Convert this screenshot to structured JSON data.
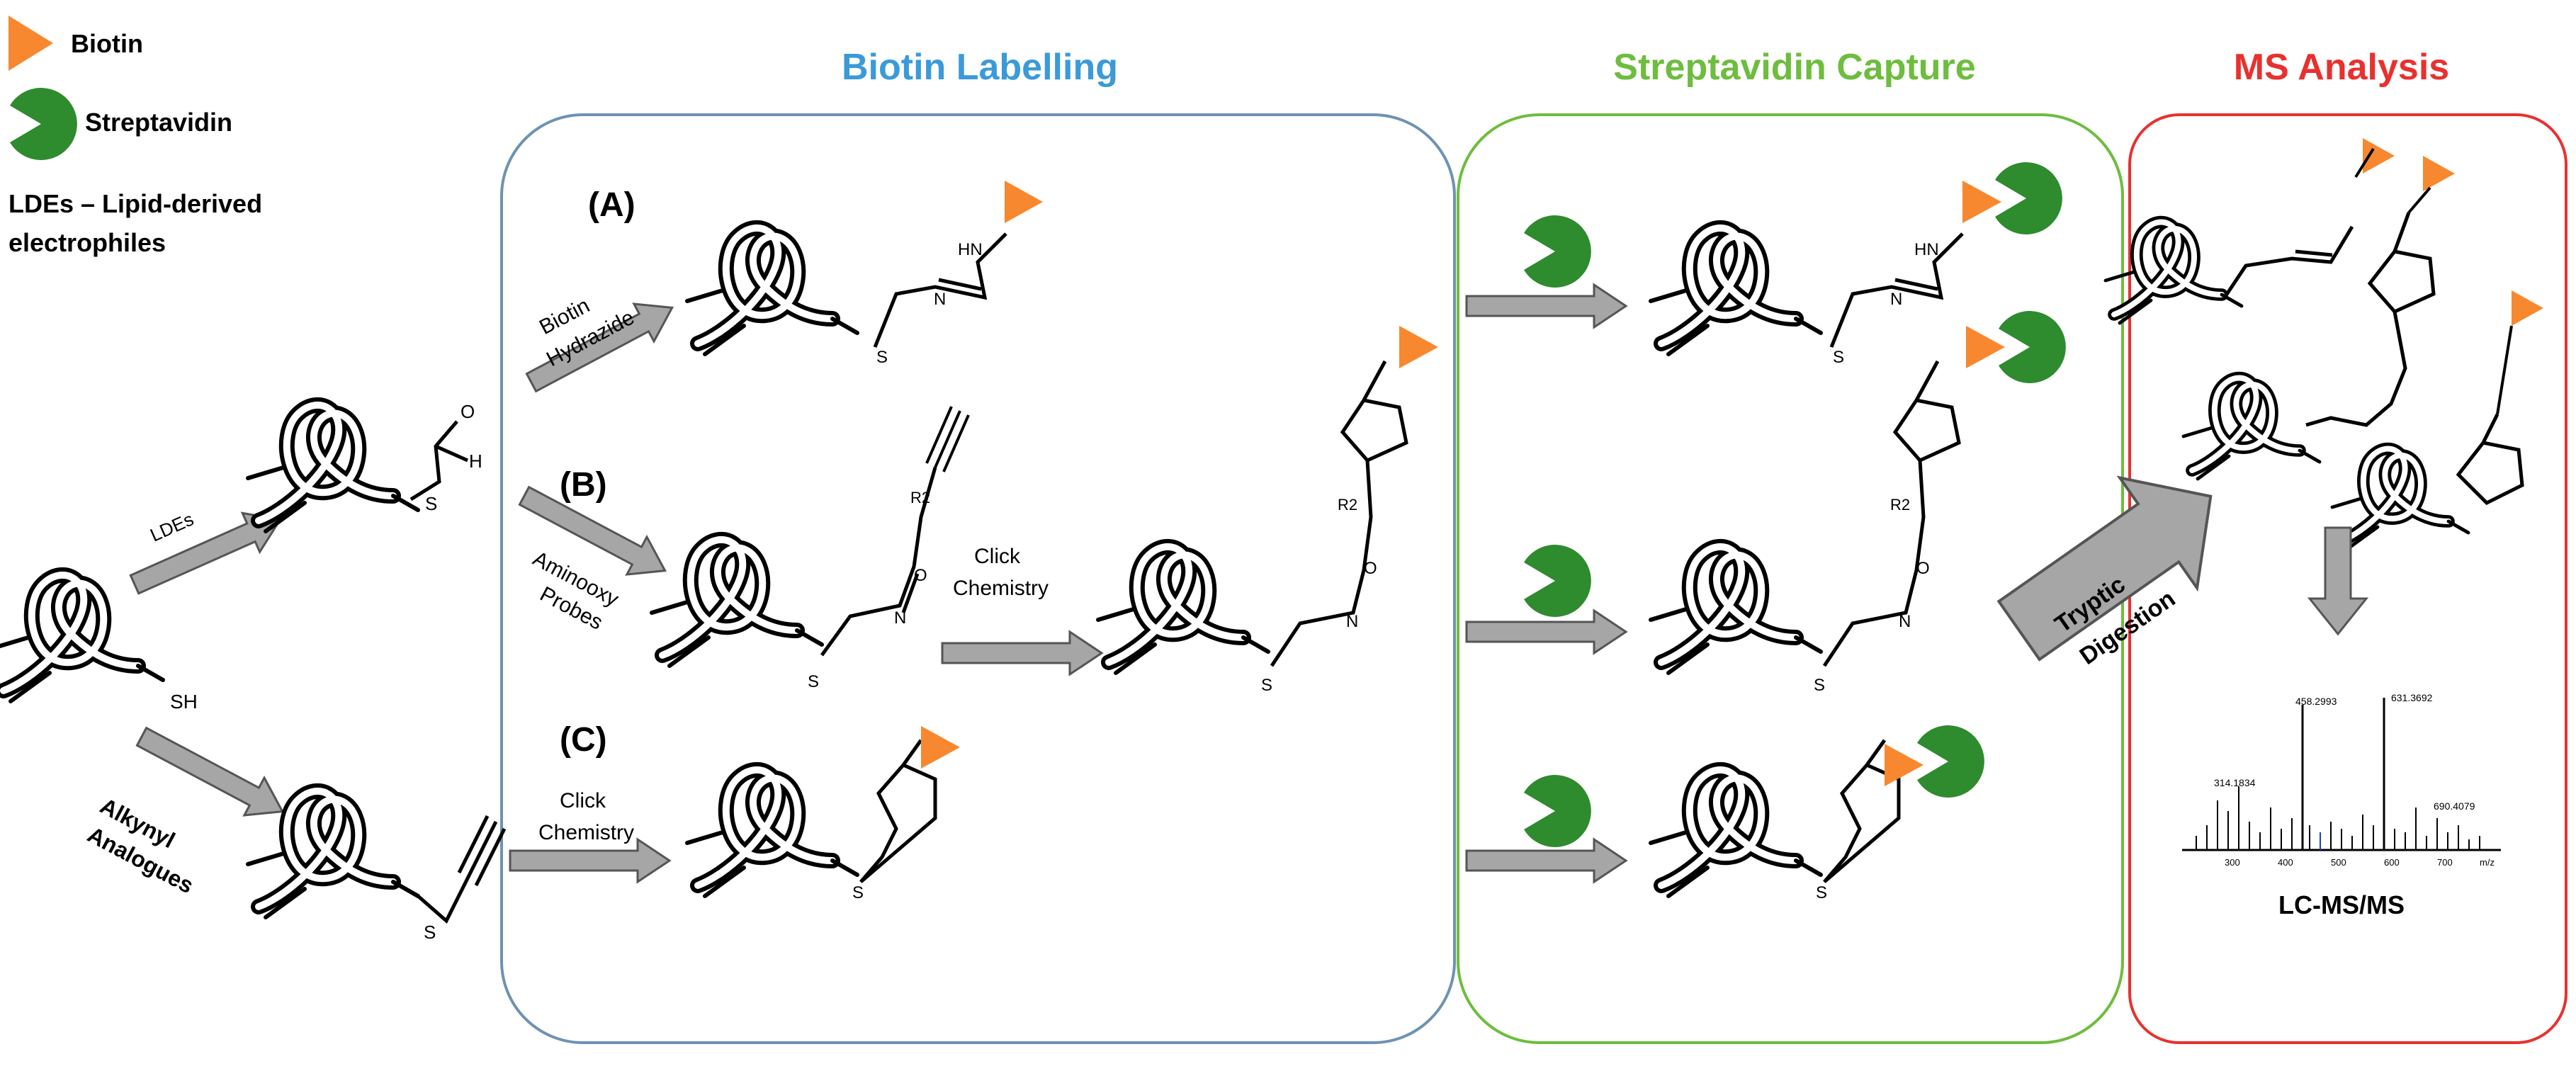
{
  "legend": {
    "biotin_label": "Biotin",
    "streptavidin_label": "Streptavidin",
    "lde_line1": "LDEs – Lipid-derived",
    "lde_line2": "electrophiles"
  },
  "sections": {
    "biotin_labelling": "Biotin Labelling",
    "streptavidin_capture": "Streptavidin Capture",
    "ms_analysis": "MS Analysis"
  },
  "routes": {
    "a_label": "(A)",
    "b_label": "(B)",
    "c_label": "(C)"
  },
  "arrows": {
    "ldes": "LDEs",
    "alkynyl_line1": "Alkynyl",
    "alkynyl_line2": "Analogues",
    "biotin_hydrazide_line1": "Biotin",
    "biotin_hydrazide_line2": "Hydrazide",
    "aminooxy_line1": "Aminooxy",
    "aminooxy_line2": "Probes",
    "click1_line1": "Click",
    "click1_line2": "Chemistry",
    "click2_line1": "Click",
    "click2_line2": "Chemistry",
    "tryptic_line1": "Tryptic",
    "tryptic_line2": "Digestion"
  },
  "atoms": {
    "sh": "SH",
    "s": "S",
    "n": "N",
    "o": "O",
    "h": "H",
    "hn": "HN",
    "r2": "R2"
  },
  "spectrum": {
    "peak1": "314.1834",
    "peak2": "458.2993",
    "peak3": "631.3692",
    "peak4": "690.4079",
    "tick1": "300",
    "tick2": "400",
    "tick3": "500",
    "tick4": "600",
    "tick5": "700",
    "unit": "m/z",
    "caption": "LC-MS/MS"
  },
  "colors": {
    "biotin": "#f7882f",
    "streptavidin": "#2e8b2e",
    "biotin_labelling": "#3b9ad9",
    "streptavidin_capture": "#6dbd3e",
    "ms_analysis": "#e8312f",
    "arrow_fill": "#a6a6a6"
  }
}
